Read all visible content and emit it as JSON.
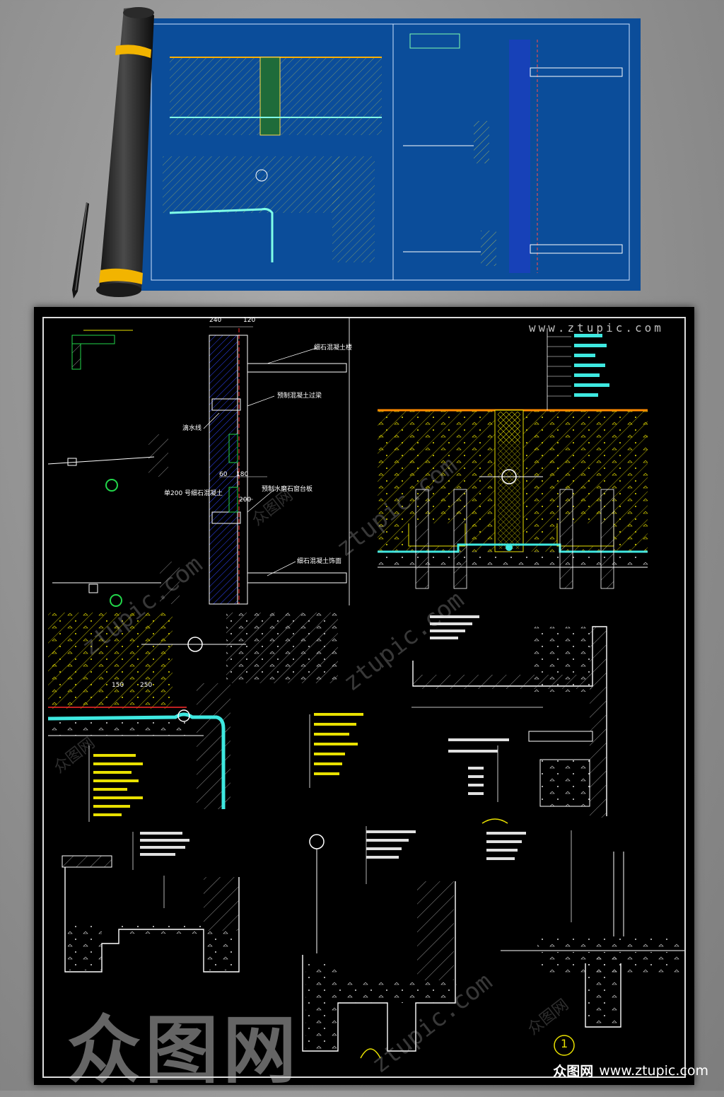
{
  "watermark": {
    "site_url": "www.ztupic.com",
    "spaced_url": "www.ztupic.com",
    "diag_url": "ztupic.com",
    "cn_brand": "众图网",
    "big_logo": "众图网"
  },
  "footer": {
    "brand": "众图网",
    "url": "www.ztupic.com"
  },
  "labels": {
    "dim_240": "240",
    "dim_120": "120",
    "dim_60": "60",
    "dim_180": "180",
    "dim_200": "200",
    "dim_150": "150",
    "dim_250": "250",
    "fine_stone_floor": "细石混凝土楼",
    "precast_lintel": "预制混凝土过梁",
    "drip_line": "滴水线",
    "precast_sill": "预制水磨石窗台板",
    "single_200": "单200 号细石混凝土",
    "fine_stone_face": "细石混凝土饰面",
    "detail_number": "1"
  },
  "colors": {
    "sheet_bg": "#000000",
    "blueprint_bg": "#0b4d9a",
    "cad_yellow": "#e8e000",
    "cad_cyan": "#3ee8e0",
    "cad_white": "#f0f0f0",
    "cad_blue": "#2f44ff",
    "cad_red": "#ff2a2a",
    "cad_green": "#22d64a"
  }
}
